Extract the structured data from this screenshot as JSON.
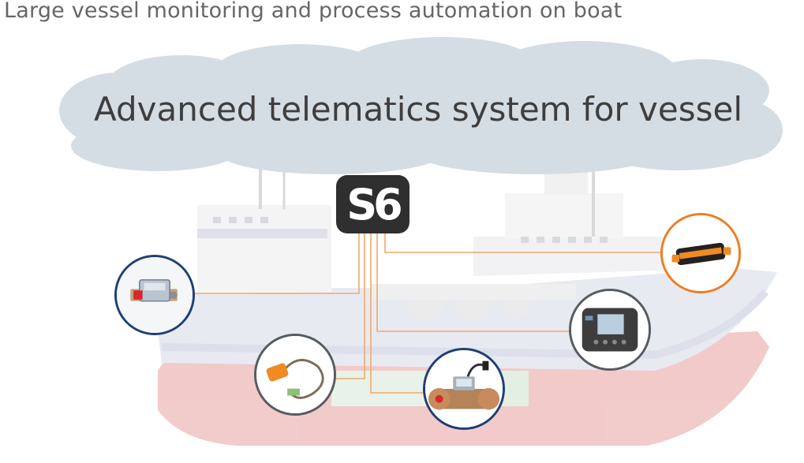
{
  "header": {
    "title": "Large vessel monitoring and process automation on boat"
  },
  "cloud": {
    "text": "Advanced telematics system for vessel",
    "color": "#d5dde4"
  },
  "logo": {
    "text": "S6",
    "background": "#2f2f2f"
  },
  "colors": {
    "connector": "#f0a96a",
    "ring_blue": "#1e3f73",
    "ring_gray": "#555b61",
    "ring_orange": "#ef7d1f",
    "hull_red": "#e8a0a0",
    "hull_blue": "#d3d6e8"
  },
  "devices": [
    {
      "name": "flow-meter-sensor",
      "icon": "flowmeter-block-icon"
    },
    {
      "name": "orange-cable-sensor",
      "icon": "cable-sensor-icon"
    },
    {
      "name": "fuel-flow-meter",
      "icon": "fuel-meter-icon"
    },
    {
      "name": "display-terminal",
      "icon": "display-terminal-icon"
    },
    {
      "name": "telematics-tracker",
      "icon": "tracker-icon"
    }
  ]
}
